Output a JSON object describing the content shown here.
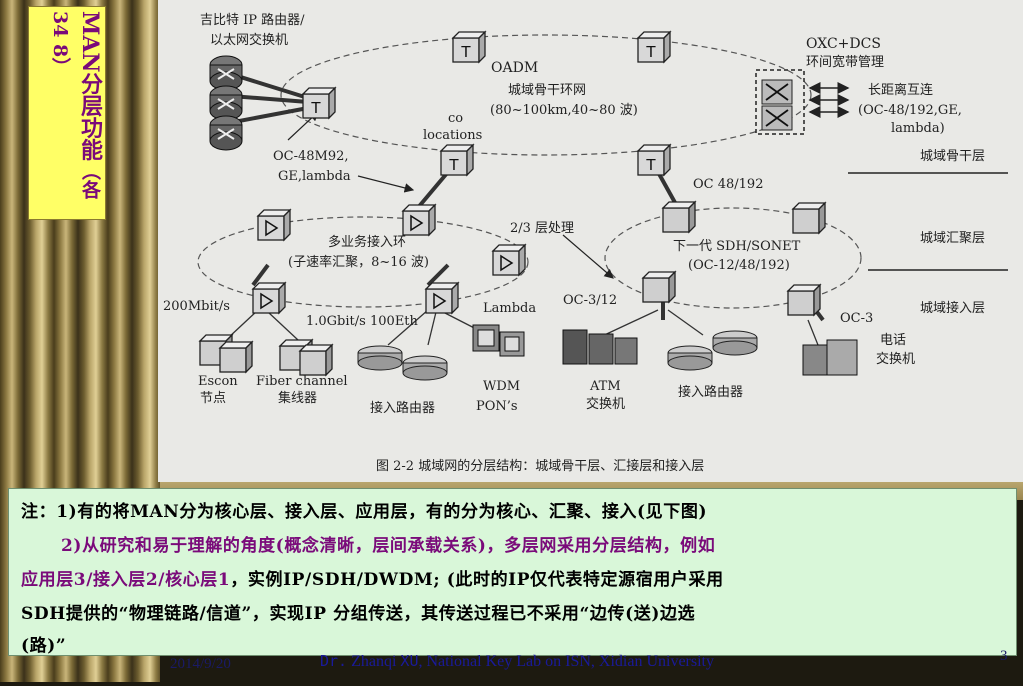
{
  "slide": {
    "title_main": "MAN分层功能",
    "title_sub": "（各34 8）",
    "date": "2014/9/20",
    "author_prefix": "Dr.",
    "author_name": "Zhanqi",
    "author_surname": "XU",
    "author_lab": ", National Key Lab on ISN, Xidian University",
    "page_number": "3"
  },
  "figure": {
    "caption": "图 2-2  城域网的分层结构：城域骨干层、汇接层和接入层",
    "labels": {
      "gigabit_router": "吉比特 IP 路由器/",
      "ethernet_switch": "以太网交换机",
      "oadm": "OADM",
      "core_ring_name": "城域骨干环网",
      "core_ring_spec": "(80~100km,40~80 波)",
      "oxc_dcs": "OXC+DCS",
      "bw_mgmt": "环间宽带管理",
      "long_haul": "长距离互连",
      "long_haul_spec": "(OC-48/192,GE,",
      "lambda": "lambda)",
      "co": "co",
      "locations": "locations",
      "oc48_left1": "OC-48M92,",
      "oc48_left2": "GE,lambda",
      "layer_core": "城域骨干层",
      "oc48_192": "OC 48/192",
      "layer_agg": "城域汇聚层",
      "multi_ring_name": "多业务接入环",
      "multi_ring_spec": "(子速率汇聚，8~16 波)",
      "l23": "2/3 层处理",
      "sdh_name": "下一代 SDH/SONET",
      "sdh_spec": "(OC-12/48/192)",
      "rate_200m": "200Mbit/s",
      "rate_1g": "1.0Gbit/s",
      "eth100": "100Eth",
      "lambda2": "Lambda",
      "oc3_12": "OC-3/12",
      "layer_access": "城域接入层",
      "oc3": "OC-3",
      "phone1": "电话",
      "phone2": "交换机",
      "escon1": "Escon",
      "escon2": "节点",
      "fc1": "Fiber channel",
      "fc2": "集线器",
      "access_router_left": "接入路由器",
      "wdm1": "WDM",
      "wdm2": "PON’s",
      "atm1": "ATM",
      "atm2": "交换机",
      "access_router_right": "接入路由器"
    }
  },
  "note": {
    "line1_prefix": "注：",
    "line1": "1)有的将MAN分为核心层、接入层、应用层，有的分为核心、汇聚、接入(见下图)",
    "line2_purple": "2)从研究和易于理解的角度(概念清晰，层间承载关系)，多层网采用分层结构，例如",
    "line3_purple": "应用层3/接入层2/核心层1",
    "line3_rest": "，实例IP/SDH/DWDM;  (此时的IP仅代表特定源宿用户采用",
    "line4": "SDH提供的“物理链路/信道”，实现IP 分组传送，其传送过程已不采用“边传(送)边选",
    "line5": "(路)”"
  }
}
